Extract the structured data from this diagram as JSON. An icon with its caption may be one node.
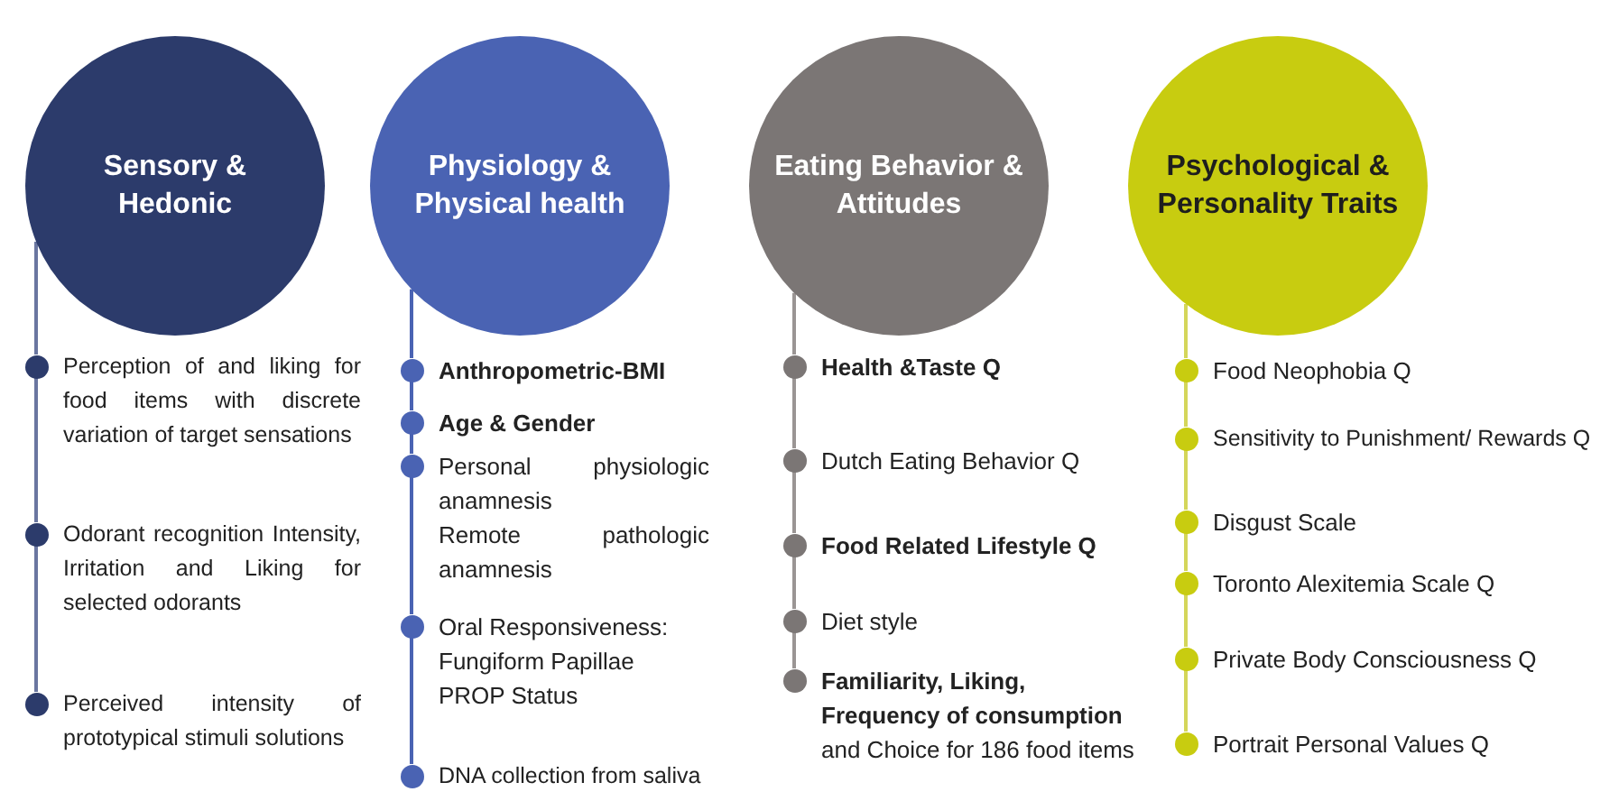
{
  "diagram": {
    "nodes": [
      {
        "text": [
          "Sensory & Hedonic"
        ]
      },
      {
        "text": [],
        "shape": "circle",
        "beside": [
          "Perception of and liking for food items with discrete variation of target sensations"
        ]
      },
      {
        "text": [],
        "shape": "circle",
        "beside": [
          "Odorant recognition Intensity, Irritation and Liking for selected odorants"
        ]
      },
      {
        "text": [],
        "shape": "circle",
        "beside": [
          "Perceived intensity of prototypical stimuli solutions"
        ]
      },
      {
        "text": [
          "Physiology & Physical health"
        ]
      },
      {
        "text": [],
        "shape": "circle",
        "beside": [
          "Anthropometric-BMI"
        ]
      },
      {
        "text": [],
        "shape": "circle",
        "beside": [
          "Age & Gender"
        ]
      },
      {
        "text": [],
        "shape": "circle",
        "beside": [
          "Personal physiologic anamnesis",
          "Remote pathologic anamnesis"
        ]
      },
      {
        "text": [],
        "shape": "circle",
        "beside": [
          "Oral Responsiveness:",
          "Fungiform Papillae",
          "PROP Status"
        ]
      },
      {
        "text": [],
        "shape": "circle",
        "beside": [
          "DNA collection from saliva"
        ]
      },
      {
        "text": [
          "Eating Behavior & Attitudes"
        ]
      },
      {
        "text": [],
        "shape": "circle",
        "beside": [
          "Health &Taste Q"
        ]
      },
      {
        "text": [],
        "shape": "circle",
        "beside": [
          "Dutch Eating Behavior Q"
        ]
      },
      {
        "text": [],
        "shape": "circle",
        "beside": [
          "Food Related Lifestyle Q"
        ]
      },
      {
        "text": [],
        "shape": "circle",
        "beside": [
          "Diet style"
        ]
      },
      {
        "text": [],
        "shape": "circle",
        "beside": [
          "**Familiarity, Liking, Frequency of consumption** and Choice for 186 food items"
        ]
      },
      {
        "text": [
          "Psychological & Personality Traits"
        ]
      },
      {
        "text": [],
        "shape": "circle",
        "beside": [
          "Food Neophobia Q"
        ]
      },
      {
        "text": [],
        "shape": "circle",
        "beside": [
          "Sensitivity to Punishment/ Rewards Q"
        ]
      },
      {
        "text": [],
        "shape": "circle",
        "beside": [
          "Disgust Scale"
        ]
      },
      {
        "text": [],
        "shape": "circle",
        "beside": [
          "Toronto Alexitemia Scale Q"
        ]
      },
      {
        "text": [],
        "shape": "circle",
        "beside": [
          "Private Body Consciousness Q"
        ]
      },
      {
        "text": [],
        "shape": "circle",
        "beside": [
          "Portrait Personal Values Q"
        ]
      }
    ],
    "edges": [
      {
        "from": 0,
        "to": 1,
        "arrow": "none",
        "color": "#6a76a0"
      },
      {
        "from": 1,
        "to": 2,
        "arrow": "none",
        "color": "#6a76a0"
      },
      {
        "from": 2,
        "to": 3,
        "arrow": "none",
        "color": "#6a76a0"
      },
      {
        "from": 4,
        "to": 5,
        "arrow": "none",
        "color": "#4a63b3"
      },
      {
        "from": 5,
        "to": 6,
        "arrow": "none",
        "color": "#4a63b3"
      },
      {
        "from": 6,
        "to": 7,
        "arrow": "none",
        "color": "#4a63b3"
      },
      {
        "from": 7,
        "to": 8,
        "arrow": "none",
        "color": "#4a63b3"
      },
      {
        "from": 8,
        "to": 9,
        "arrow": "none",
        "color": "#4a63b3"
      },
      {
        "from": 10,
        "to": 11,
        "arrow": "none",
        "color": "#9a9594"
      },
      {
        "from": 11,
        "to": 12,
        "arrow": "none",
        "color": "#9a9594"
      },
      {
        "from": 12,
        "to": 13,
        "arrow": "none",
        "color": "#9a9594"
      },
      {
        "from": 13,
        "to": 14,
        "arrow": "none",
        "color": "#9a9594"
      },
      {
        "from": 14,
        "to": 15,
        "arrow": "none",
        "color": "#9a9594"
      },
      {
        "from": 16,
        "to": 17,
        "arrow": "none",
        "color": "#d4d65a"
      },
      {
        "from": 17,
        "to": 18,
        "arrow": "none",
        "color": "#d4d65a"
      },
      {
        "from": 18,
        "to": 19,
        "arrow": "none",
        "color": "#d4d65a"
      },
      {
        "from": 19,
        "to": 20,
        "arrow": "none",
        "color": "#d4d65a"
      },
      {
        "from": 20,
        "to": 21,
        "arrow": "none",
        "color": "#d4d65a"
      },
      {
        "from": 21,
        "to": 22,
        "arrow": "none",
        "color": "#d4d65a"
      }
    ]
  }
}
